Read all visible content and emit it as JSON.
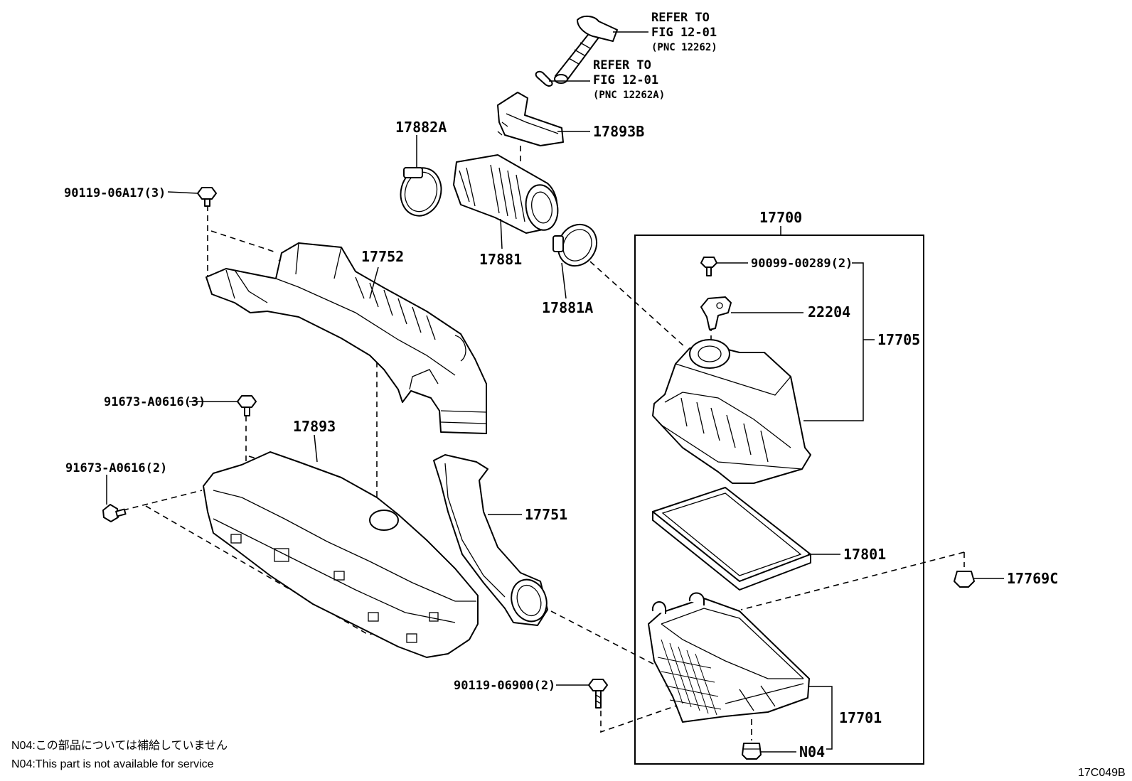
{
  "labels": {
    "refer1": {
      "line1": "REFER TO",
      "line2": "FIG 12-01",
      "line3": "(PNC 12262)"
    },
    "refer2": {
      "line1": "REFER TO",
      "line2": "FIG 12-01",
      "line3": "(PNC 12262A)"
    },
    "p17882A": "17882A",
    "p17893B": "17893B",
    "p90119_06A17": "90119-06A17(3)",
    "p17752": "17752",
    "p17881": "17881",
    "p17881A": "17881A",
    "p17700": "17700",
    "p90099_00289": "90099-00289(2)",
    "p22204": "22204",
    "p17705": "17705",
    "p91673_A0616_3": "91673-A0616(3)",
    "p17893": "17893",
    "p91673_A0616_2": "91673-A0616(2)",
    "p17751": "17751",
    "p17801": "17801",
    "p17769C": "17769C",
    "p90119_06900": "90119-06900(2)",
    "p17701": "17701",
    "pN04": "N04"
  },
  "notes": {
    "jp": "N04:この部品については補給していません",
    "en": "N04:This part is not available for service"
  },
  "figure_code": "17C049B"
}
